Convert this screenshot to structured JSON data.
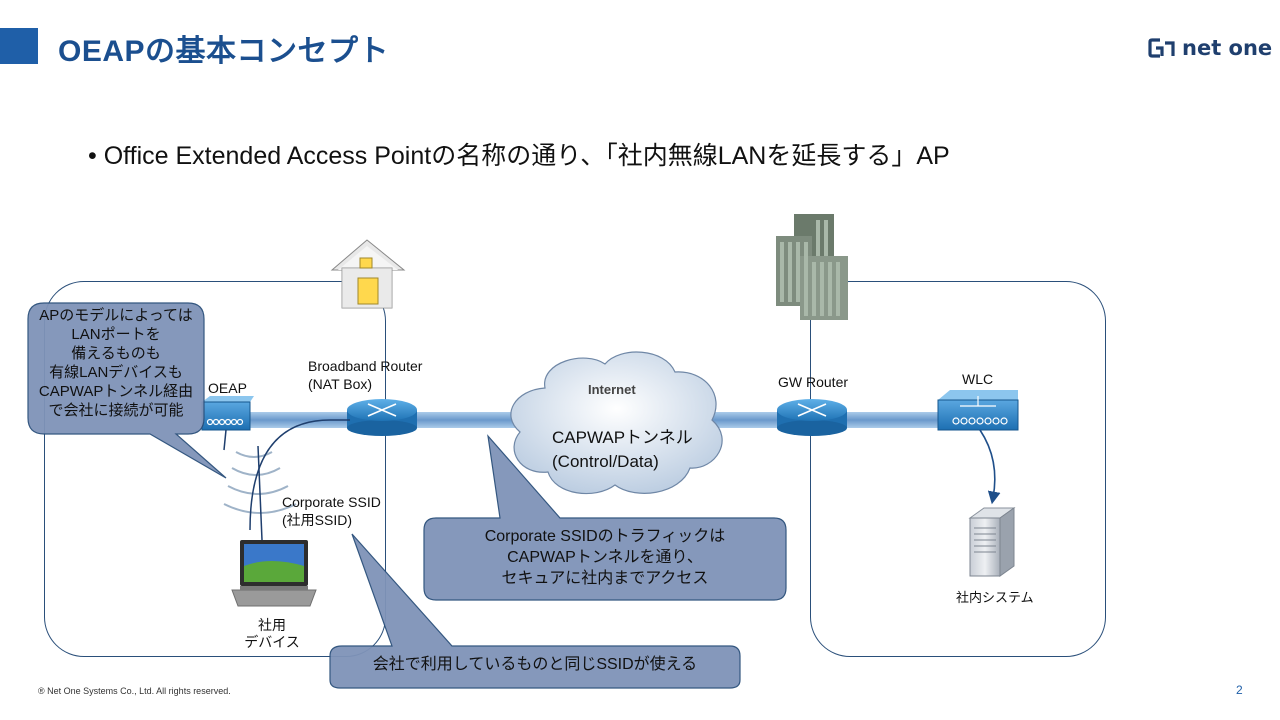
{
  "header": {
    "title": "OEAPの基本コンセプト",
    "logo_text": "net one"
  },
  "bullet": "Office Extended Access Pointの名称の通り、「社内無線LANを延長する」AP",
  "diagram": {
    "oeap_label": "OEAP",
    "broadband_router_label_1": "Broadband Router",
    "broadband_router_label_2": "(NAT Box)",
    "internet_label": "Internet",
    "tunnel_label_1": "CAPWAPトンネル",
    "tunnel_label_2": "(Control/Data)",
    "gw_router_label": "GW Router",
    "wlc_label": "WLC",
    "ssid_label_1": "Corporate SSID",
    "ssid_label_2": "(社用SSID)",
    "device_label_1": "社用",
    "device_label_2": "デバイス",
    "system_label": "社内システム"
  },
  "callouts": {
    "ap_lan": [
      "APのモデルによっては",
      "LANポートを",
      "備えるものも",
      "有線LANデバイスも",
      "CAPWAPトンネル経由",
      "で会社に接続が可能"
    ],
    "traffic": [
      "Corporate SSIDのトラフィックは",
      "CAPWAPトンネルを通り、",
      "セキュアに社内までアクセス"
    ],
    "same_ssid": "会社で利用しているものと同じSSIDが使える"
  },
  "footer": {
    "copyright": "® Net One Systems Co., Ltd. All rights reserved.",
    "page_number": "2"
  },
  "colors": {
    "title": "#1b4f8f",
    "accent_bar": "#1f5fa8",
    "callout_fill": "#7f93b8",
    "callout_stroke": "#2a4f7a",
    "tunnel": "#5b8fc9",
    "router": "#2a7fc1"
  }
}
